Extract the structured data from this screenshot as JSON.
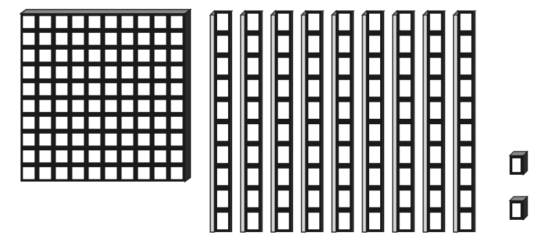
{
  "figure": {
    "hundreds": 1,
    "tens": 9,
    "ones": 2
  },
  "colors": {
    "ink": "#1a1a1a",
    "face": "#ffffff",
    "shade_dark": "#2b2b2b",
    "shade_mid": "#8a8a8a",
    "shade_light": "#d6d6d6",
    "background": "#ffffff"
  }
}
